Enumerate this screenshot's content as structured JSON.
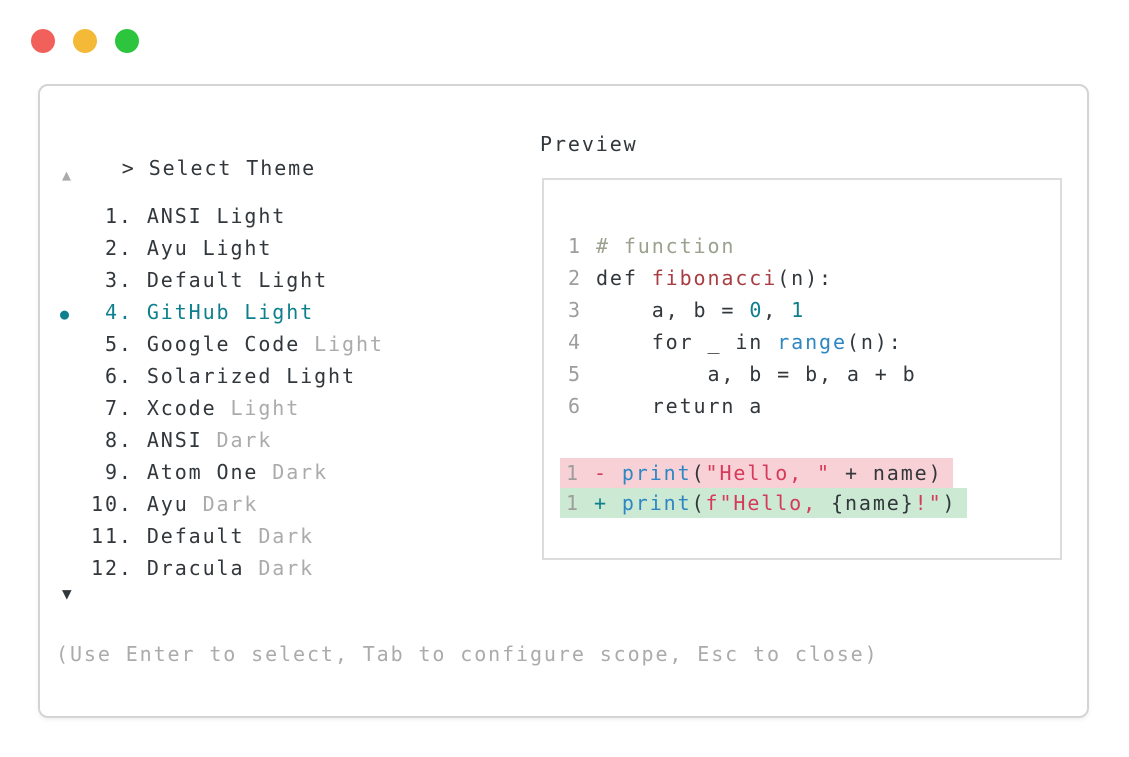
{
  "colors": {
    "accent_teal": "#0e808d",
    "text_dark": "#32373c",
    "muted_gray": "#ababab",
    "line_number_gray": "#9d9d9d",
    "comment_green": "#9aa18e",
    "function_red": "#a83e43",
    "string_crimson": "#d63a5a",
    "call_blue": "#2e87c3",
    "diff_removed_bg": "#f8d1d6",
    "diff_added_bg": "#cbe9d3",
    "panel_border": "#d4d4d4",
    "traffic_red": "#f2605c",
    "traffic_yellow": "#f3b937",
    "traffic_green": "#2dc53d"
  },
  "selector": {
    "prompt": ">",
    "title": "Select Theme",
    "scroll_up": "▲",
    "scroll_down": "▼",
    "selected_marker": "●",
    "items": [
      {
        "num": " 1.",
        "name": "ANSI Light",
        "muted": ""
      },
      {
        "num": " 2.",
        "name": "Ayu Light",
        "muted": ""
      },
      {
        "num": " 3.",
        "name": "Default Light",
        "muted": ""
      },
      {
        "num": " 4.",
        "name": "GitHub Light",
        "muted": ""
      },
      {
        "num": " 5.",
        "name": "Google Code",
        "muted": " Light"
      },
      {
        "num": " 6.",
        "name": "Solarized Light",
        "muted": ""
      },
      {
        "num": " 7.",
        "name": "Xcode",
        "muted": " Light"
      },
      {
        "num": " 8.",
        "name": "ANSI",
        "muted": " Dark"
      },
      {
        "num": " 9.",
        "name": "Atom One",
        "muted": " Dark"
      },
      {
        "num": "10.",
        "name": "Ayu",
        "muted": " Dark"
      },
      {
        "num": "11.",
        "name": "Default",
        "muted": " Dark"
      },
      {
        "num": "12.",
        "name": "Dracula",
        "muted": " Dark"
      }
    ],
    "footer": "(Use Enter to select, Tab to configure scope, Esc to close)"
  },
  "preview": {
    "label": "Preview",
    "code_lines": [
      {
        "num": "1",
        "segments": [
          {
            "t": "# function",
            "c": "comment"
          }
        ]
      },
      {
        "num": "2",
        "segments": [
          {
            "t": "def ",
            "c": "text"
          },
          {
            "t": "fibonacci",
            "c": "func"
          },
          {
            "t": "(n):",
            "c": "text"
          }
        ]
      },
      {
        "num": "3",
        "segments": [
          {
            "t": "    a, b = ",
            "c": "text"
          },
          {
            "t": "0",
            "c": "num"
          },
          {
            "t": ", ",
            "c": "text"
          },
          {
            "t": "1",
            "c": "num"
          }
        ]
      },
      {
        "num": "4",
        "segments": [
          {
            "t": "    for _ in ",
            "c": "text"
          },
          {
            "t": "range",
            "c": "call"
          },
          {
            "t": "(n):",
            "c": "text"
          }
        ]
      },
      {
        "num": "5",
        "segments": [
          {
            "t": "        a, b = b, a + b",
            "c": "text"
          }
        ]
      },
      {
        "num": "6",
        "segments": [
          {
            "t": "    return a",
            "c": "text"
          }
        ]
      }
    ],
    "diff_lines": [
      {
        "num": "1",
        "type": "removed",
        "segments": [
          {
            "t": "- ",
            "c": "minus"
          },
          {
            "t": "print",
            "c": "call"
          },
          {
            "t": "(",
            "c": "text"
          },
          {
            "t": "\"Hello, \"",
            "c": "string"
          },
          {
            "t": " + name)",
            "c": "text"
          }
        ]
      },
      {
        "num": "1",
        "type": "added",
        "segments": [
          {
            "t": "+ ",
            "c": "plus"
          },
          {
            "t": "print",
            "c": "call"
          },
          {
            "t": "(",
            "c": "text"
          },
          {
            "t": "f\"Hello, ",
            "c": "string"
          },
          {
            "t": "{name}",
            "c": "text"
          },
          {
            "t": "!\"",
            "c": "string"
          },
          {
            "t": ")",
            "c": "text"
          }
        ]
      }
    ]
  }
}
